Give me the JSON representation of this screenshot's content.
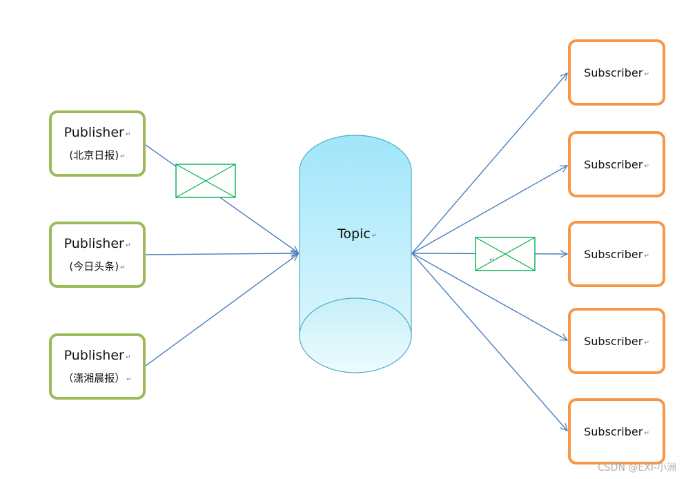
{
  "publishers": [
    {
      "title": "Publisher",
      "subtitle": "(北京日报)"
    },
    {
      "title": "Publisher",
      "subtitle": "(今日头条)"
    },
    {
      "title": "Publisher",
      "subtitle": "（潇湘晨报）"
    }
  ],
  "topic": {
    "label": "Topic"
  },
  "subscribers": [
    {
      "label": "Subscriber"
    },
    {
      "label": "Subscriber"
    },
    {
      "label": "Subscriber"
    },
    {
      "label": "Subscriber"
    },
    {
      "label": "Subscriber"
    }
  ],
  "paragraph_mark": "↵",
  "watermark": "CSDN @EXI-小洲",
  "colors": {
    "publisher_border": "#9bbb59",
    "subscriber_border": "#f79646",
    "arrow": "#4a7ebb",
    "envelope": "#00b050",
    "topic_top": "#a0e6fb",
    "topic_bottom": "#e6f8fd",
    "topic_stroke": "#4bacc6"
  },
  "icons": [
    "envelope-icon",
    "envelope-icon"
  ]
}
